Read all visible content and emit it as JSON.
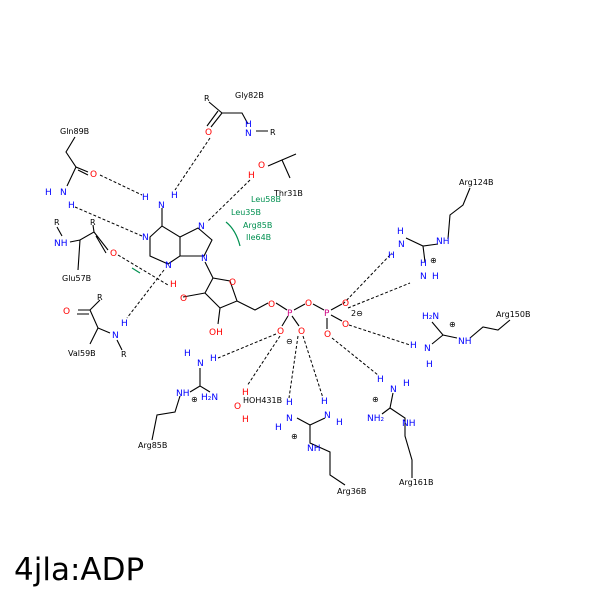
{
  "title": "4jla:ADP",
  "residues": {
    "gly82": "Gly82B",
    "gln89": "Gln89B",
    "thr31": "Thr31B",
    "glu57": "Glu57B",
    "val59": "Val59B",
    "arg124": "Arg124B",
    "arg150": "Arg150B",
    "arg161": "Arg161B",
    "arg36": "Arg36B",
    "arg85": "Arg85B",
    "hoh431": "HOH431B"
  },
  "hydrophobic": [
    "Leu58B",
    "Leu35B",
    "Arg85B",
    "Ile64B"
  ],
  "atoms": {
    "R": "R",
    "N": "N",
    "O": "O",
    "H": "H",
    "P": "P",
    "NH": "NH",
    "OH": "OH",
    "H2N": "H₂N",
    "NH2": "NH₂",
    "plus": "⊕",
    "minus": "⊖",
    "charge2": "2⊖"
  },
  "colors": {
    "nitrogen": "#0000ff",
    "oxygen": "#ff0000",
    "phosphorus": "#cc0080",
    "hydrophobic": "#009050"
  }
}
